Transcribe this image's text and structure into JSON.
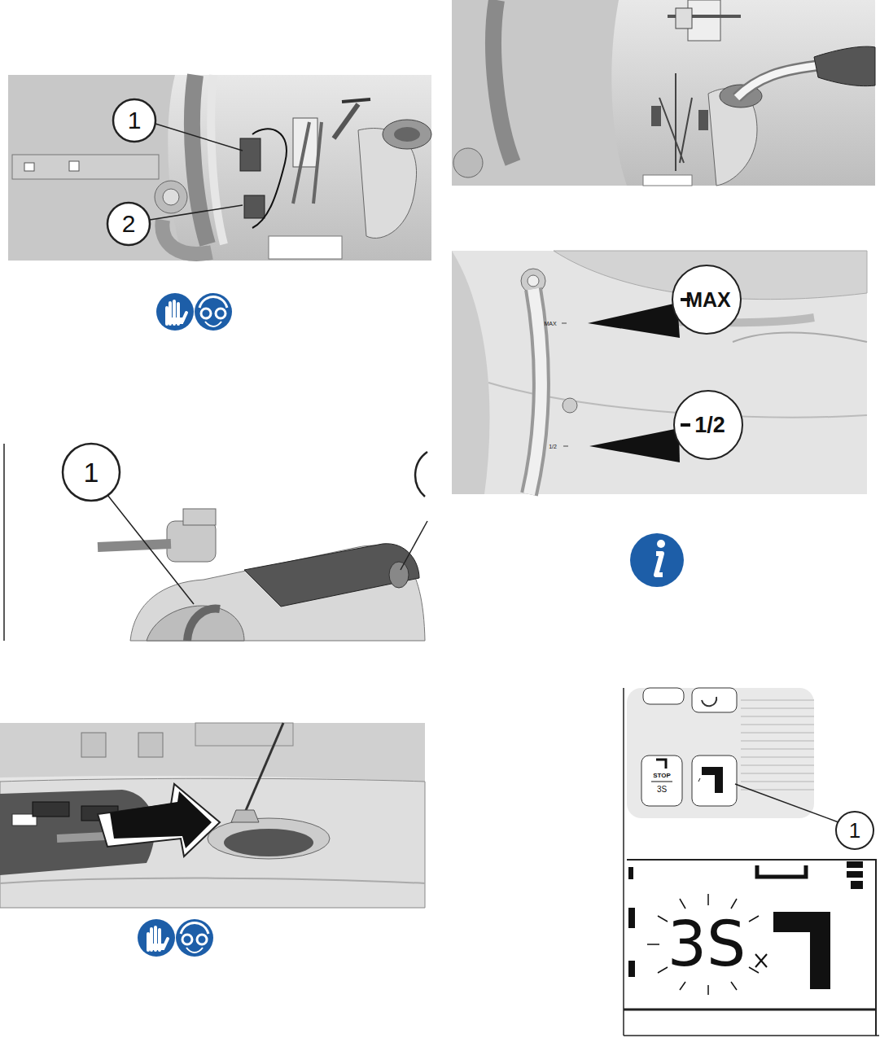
{
  "diagram": {
    "labels": [
      "1",
      "2",
      "MAX",
      "1/2",
      "MAX",
      "1/2",
      "1",
      "STOP",
      "3S",
      "1",
      "3S"
    ]
  }
}
